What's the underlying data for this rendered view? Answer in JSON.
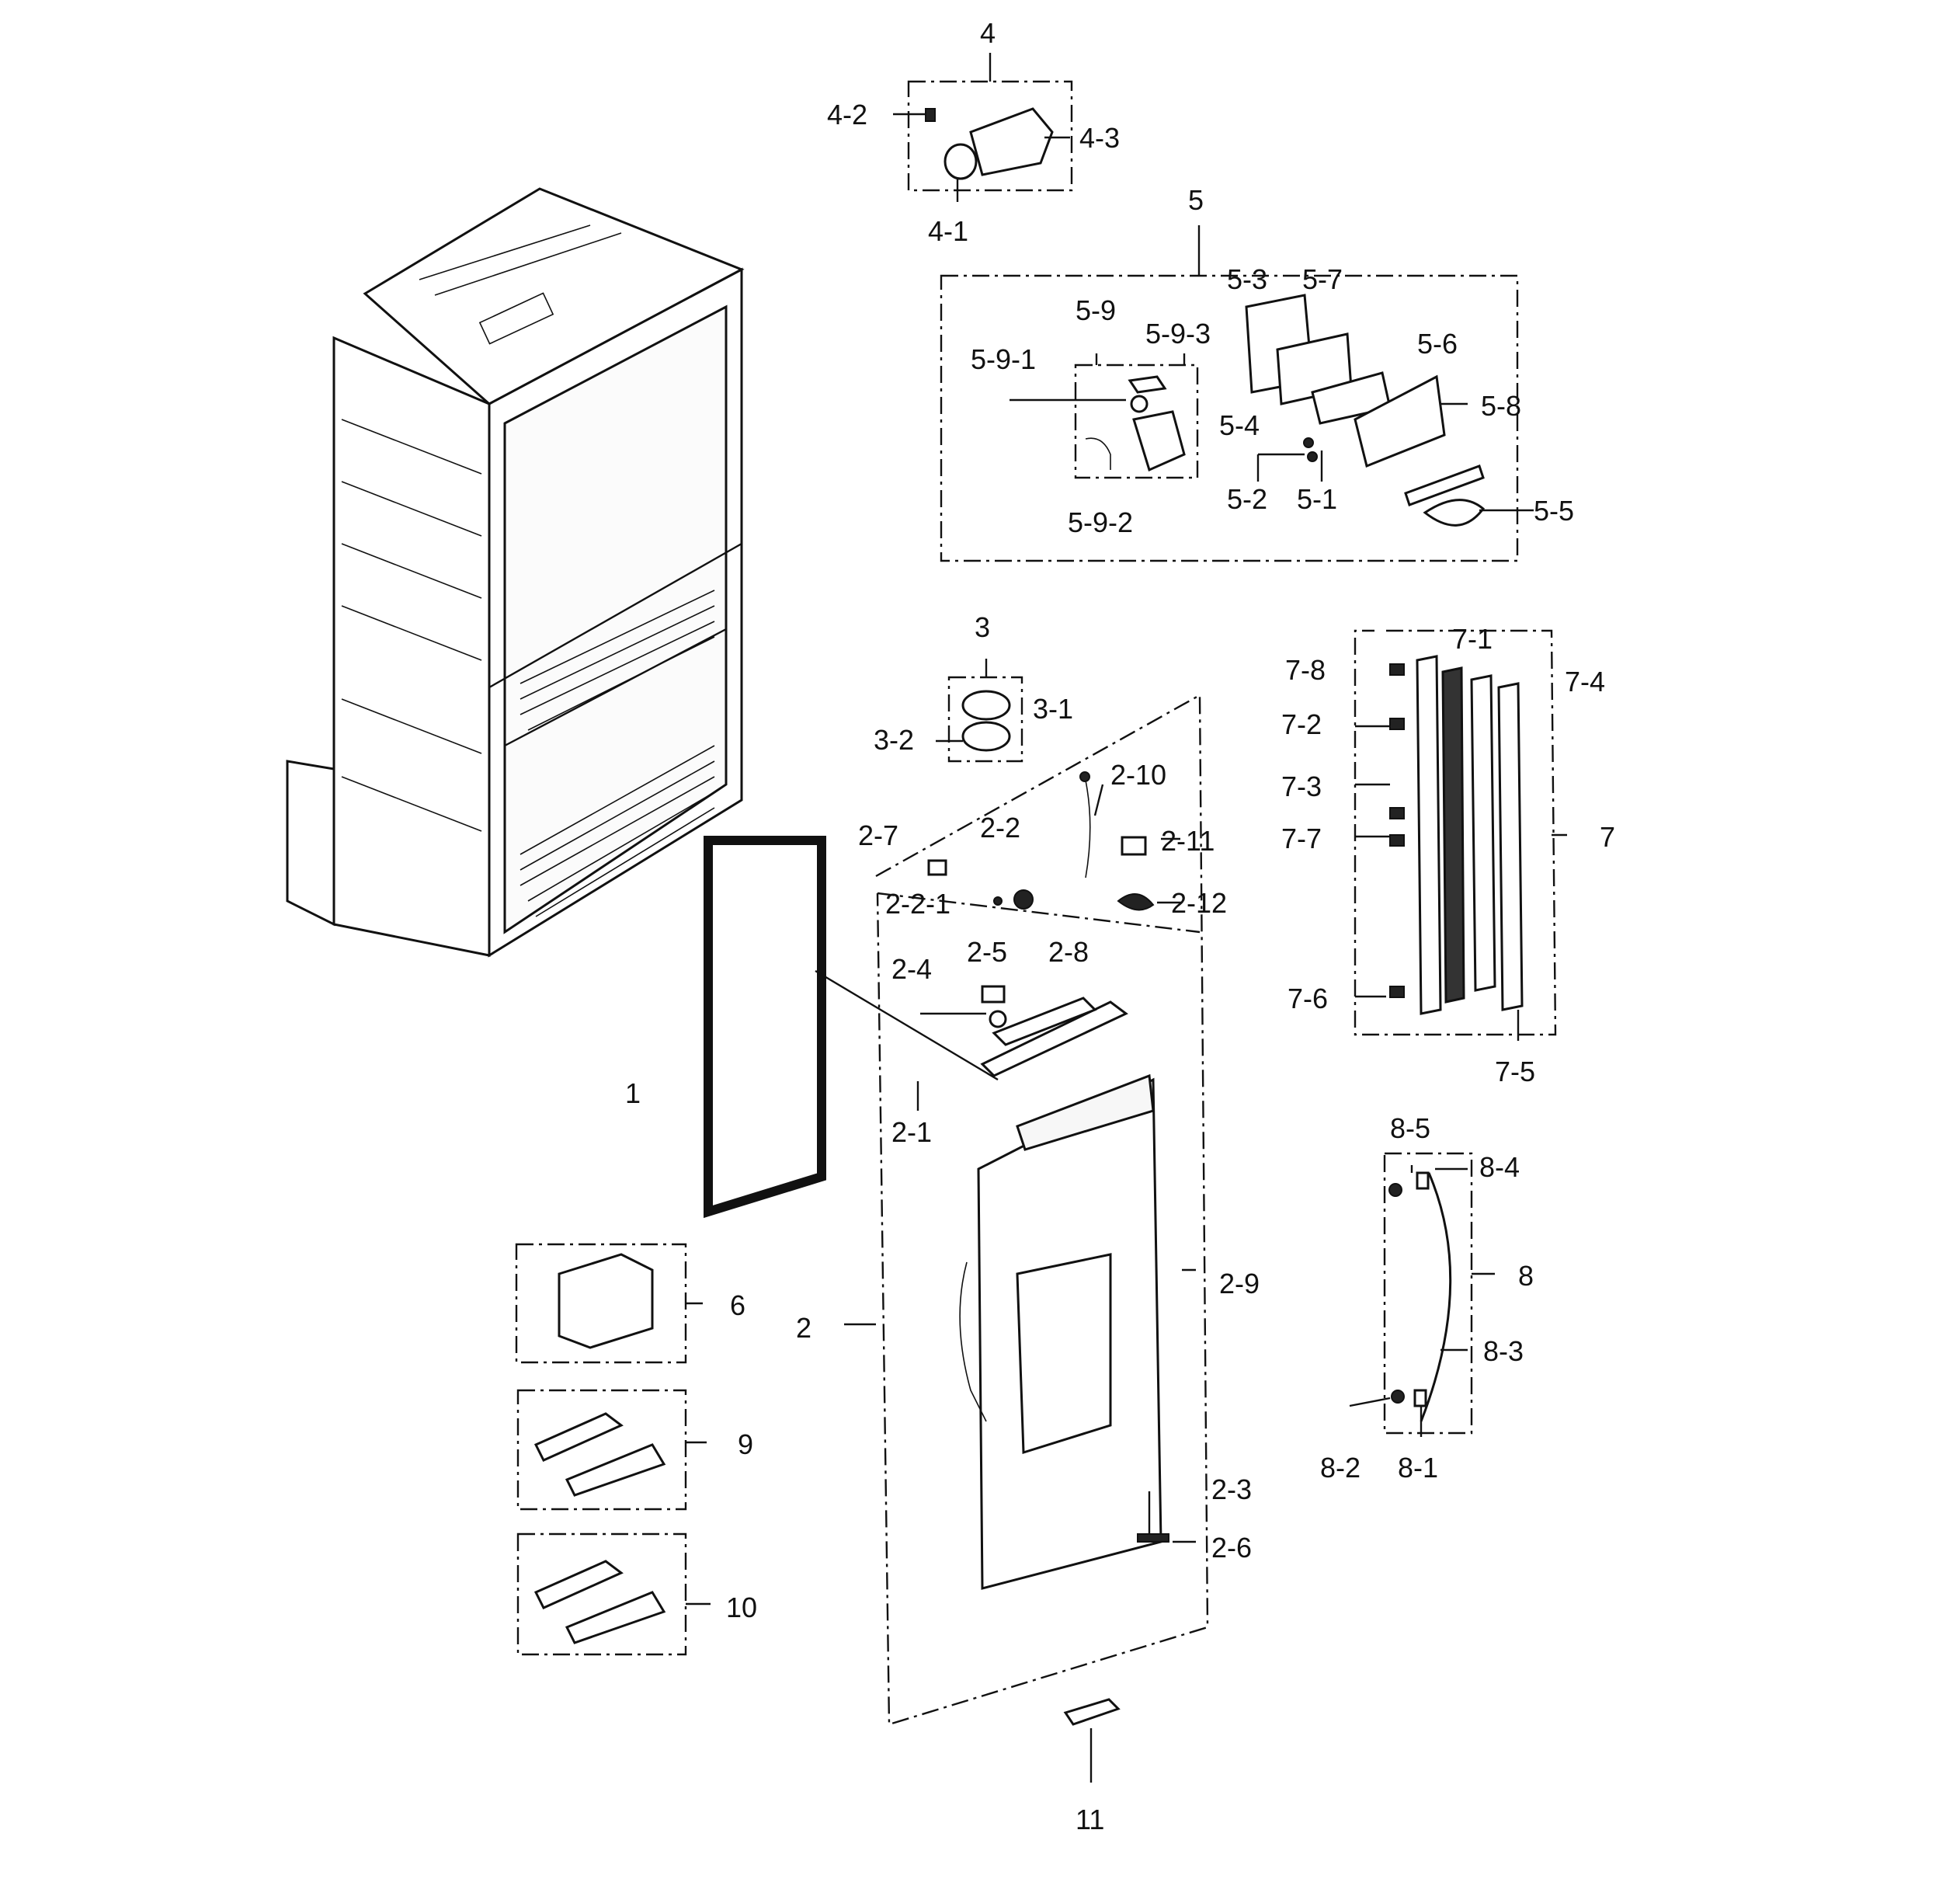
{
  "labels": {
    "l4": "4",
    "l4_1": "4-1",
    "l4_2": "4-2",
    "l4_3": "4-3",
    "l5": "5",
    "l5_1": "5-1",
    "l5_2": "5-2",
    "l5_3": "5-3",
    "l5_4": "5-4",
    "l5_5": "5-5",
    "l5_6": "5-6",
    "l5_7": "5-7",
    "l5_8": "5-8",
    "l5_9": "5-9",
    "l5_9_1": "5-9-1",
    "l5_9_2": "5-9-2",
    "l5_9_3": "5-9-3",
    "l3": "3",
    "l3_1": "3-1",
    "l3_2": "3-2",
    "l2": "2",
    "l2_1": "2-1",
    "l2_2": "2-2",
    "l2_2_1": "2-2-1",
    "l2_3": "2-3",
    "l2_4": "2-4",
    "l2_5": "2-5",
    "l2_6": "2-6",
    "l2_7": "2-7",
    "l2_8": "2-8",
    "l2_9": "2-9",
    "l2_10": "2-10",
    "l2_11": "2-11",
    "l2_12": "2-12",
    "l1": "1",
    "l6": "6",
    "l9": "9",
    "l10": "10",
    "l11": "11",
    "l7": "7",
    "l7_1": "7-1",
    "l7_2": "7-2",
    "l7_3": "7-3",
    "l7_4": "7-4",
    "l7_5": "7-5",
    "l7_6": "7-6",
    "l7_7": "7-7",
    "l7_8": "7-8",
    "l8": "8",
    "l8_1": "8-1",
    "l8_2": "8-2",
    "l8_3": "8-3",
    "l8_4": "8-4",
    "l8_5": "8-5"
  }
}
